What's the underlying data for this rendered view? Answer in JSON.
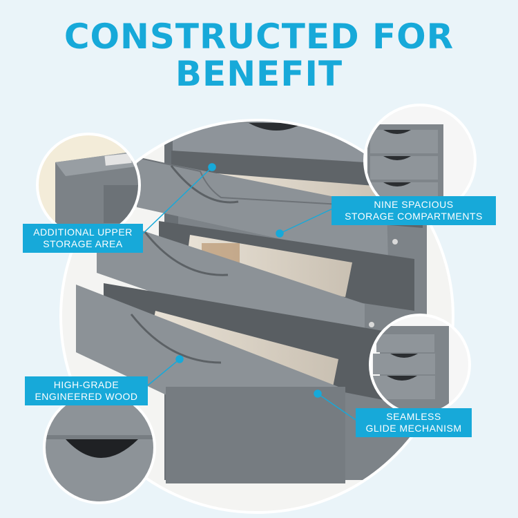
{
  "headline": {
    "line1": "CONSTRUCTED FOR",
    "line2": "BENEFIT"
  },
  "callouts": {
    "nine_spacious": {
      "line1": "NINE SPACIOUS",
      "line2": "STORAGE COMPARTMENTS"
    },
    "upper_storage": {
      "line1": "ADDITIONAL UPPER",
      "line2": "STORAGE AREA"
    },
    "engineered_wood": {
      "line1": "HIGH-GRADE",
      "line2": "ENGINEERED WOOD"
    },
    "glide_mechanism": {
      "line1": "SEAMLESS",
      "line2": "GLIDE MECHANISM"
    }
  },
  "colors": {
    "accent": "#17a9d9",
    "cabinet_gray": "#8b9196",
    "cabinet_dark": "#6e7378",
    "background": "#eaf4f9"
  },
  "icons": [
    "cabinet-drawer-photo",
    "finger-pull-detail",
    "drawer-stack-detail"
  ]
}
